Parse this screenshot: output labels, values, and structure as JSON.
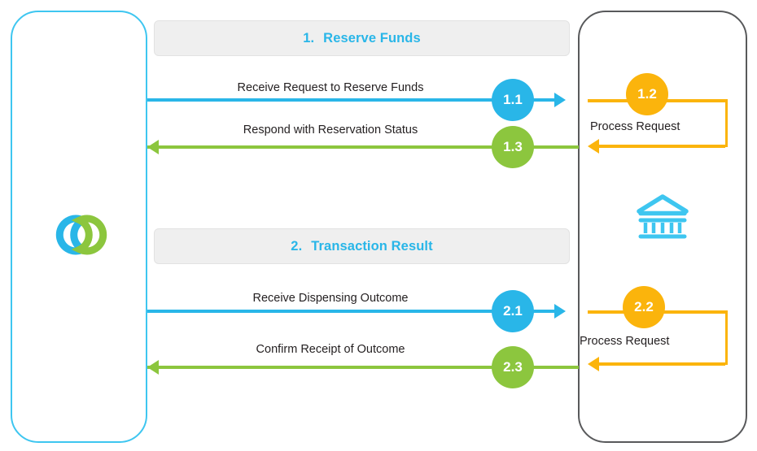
{
  "diagram": {
    "title": "Reserve Funds and Transaction Result message flow",
    "colors": {
      "blue": "#29b6e8",
      "green": "#8cc63e",
      "orange": "#fbb40c",
      "dark_gray_border": "#58595b",
      "light_blue_border": "#3ec6f0",
      "section_bar_bg": "#efefef",
      "text": "#231f20"
    }
  },
  "actors": {
    "left": {
      "name": "left-actor",
      "icon": "interlocking-rings-logo"
    },
    "right": {
      "name": "right-actor",
      "icon": "bank-icon"
    }
  },
  "sections": [
    {
      "number": "1.",
      "title": "Reserve Funds",
      "messages": [
        {
          "step": "1.1",
          "label": "Receive Request to Reserve Funds",
          "direction": "left-to-right",
          "color": "blue"
        },
        {
          "step": "1.3",
          "label": "Respond with Reservation Status",
          "direction": "right-to-left",
          "color": "green"
        }
      ],
      "process": {
        "step": "1.2",
        "label": "Process Request",
        "color": "orange"
      }
    },
    {
      "number": "2.",
      "title": "Transaction Result",
      "messages": [
        {
          "step": "2.1",
          "label": "Receive Dispensing Outcome",
          "direction": "left-to-right",
          "color": "blue"
        },
        {
          "step": "2.3",
          "label": "Confirm Receipt of Outcome",
          "direction": "right-to-left",
          "color": "green"
        }
      ],
      "process": {
        "step": "2.2",
        "label": "Process Request",
        "color": "orange"
      }
    }
  ]
}
